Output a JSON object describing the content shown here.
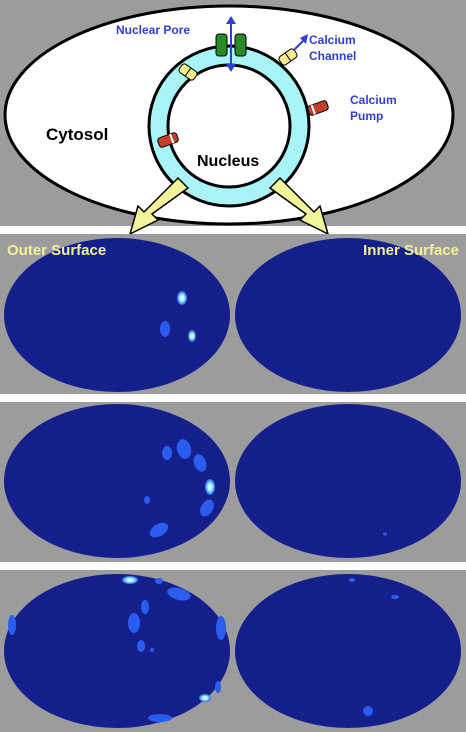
{
  "labels": {
    "cytosol": "Cytosol",
    "nucleus": "Nucleus",
    "nuclear_pore": "Nuclear Pore",
    "calcium_channel": "Calcium Channel",
    "calcium_pump": "Calcium Pump",
    "outer_surface": "Outer Surface",
    "inner_surface": "Inner Surface"
  },
  "colors": {
    "panel_gray": "#9c9c9c",
    "envelope_fill": "#a8f4f7",
    "annotation_blue": "#2f3fd6",
    "caption_yellow": "#f3f19a",
    "map_background": "#151f8c",
    "spot_light": "#2a5cf0",
    "spot_bright": "#9ff4ff",
    "pore": "#2a8a2a",
    "channel": "#f4ec8a",
    "pump": "#c0402a",
    "arrow_yellow": "#f3f39a"
  },
  "icons": [
    "nuclear-pore-icon",
    "calcium-channel-icon",
    "calcium-pump-icon",
    "yellow-arrow-icon",
    "double-arrow-icon"
  ]
}
